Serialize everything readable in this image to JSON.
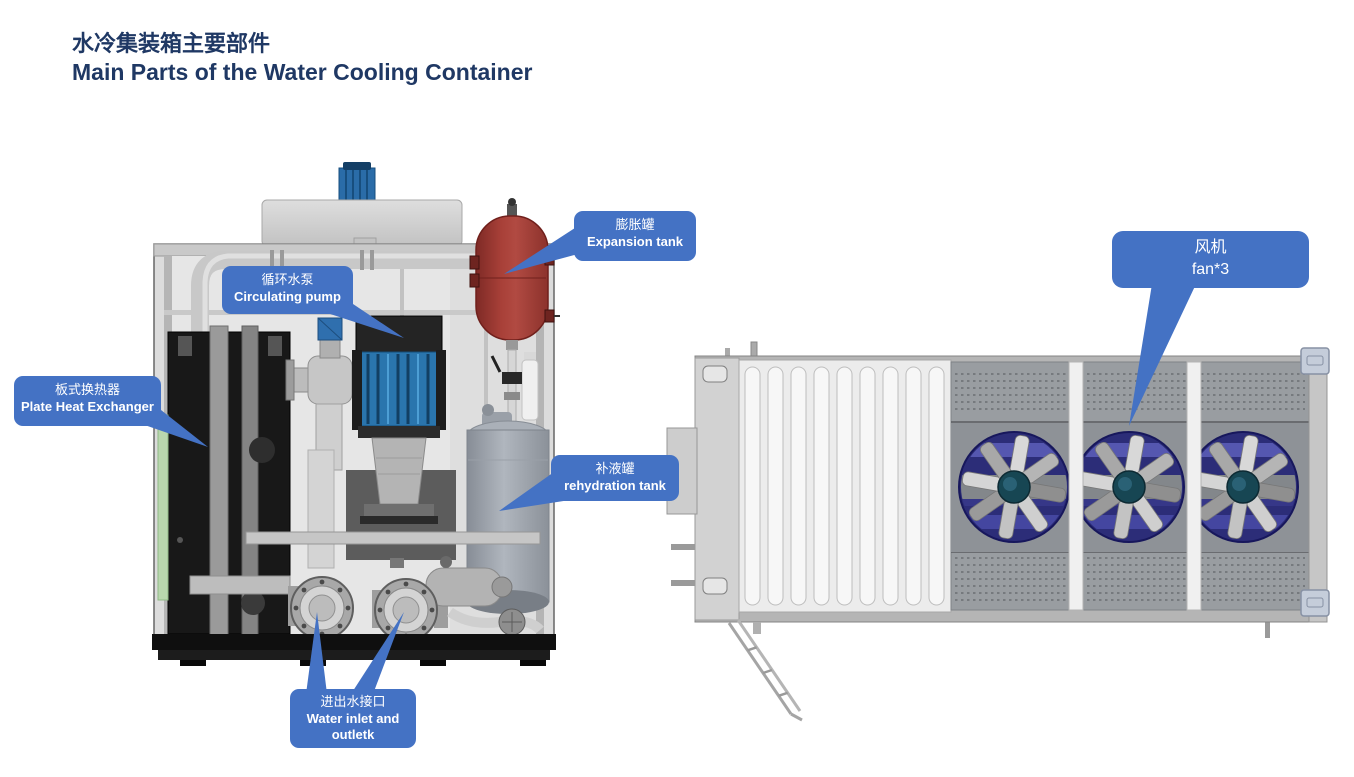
{
  "title": {
    "zh": "水冷集装箱主要部件",
    "en": "Main Parts of the Water Cooling Container"
  },
  "callouts": {
    "expansion_tank": {
      "zh": "膨胀罐",
      "en": "Expansion tank"
    },
    "circulating_pump": {
      "zh": "循环水泵",
      "en": "Circulating pump"
    },
    "plate_heat_exchanger": {
      "zh": "板式换热器",
      "en": "Plate Heat Exchanger"
    },
    "rehydration_tank": {
      "zh": "补液罐",
      "en": "rehydration tank"
    },
    "water_inlet_outlet": {
      "zh": "进出水接口",
      "en": "Water inlet and outletk"
    },
    "fan": {
      "zh": "风机",
      "en": "fan*3"
    }
  },
  "colors": {
    "title_navy": "#1F3864",
    "callout_blue": "#4472C4",
    "expansion_tank_red": "#9E3A34",
    "pump_blue": "#2A75AD",
    "fan_ring_navy": "#2C2D78",
    "fan_hub_teal": "#174653"
  }
}
